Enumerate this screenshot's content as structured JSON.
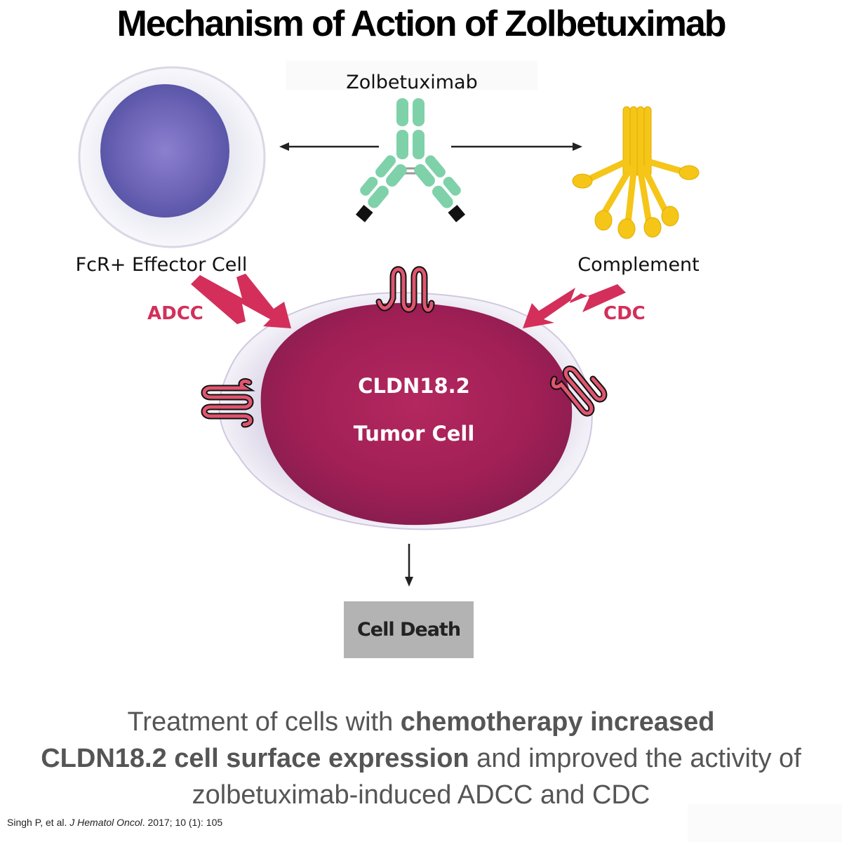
{
  "title": "Mechanism of Action of Zolbetuximab",
  "antibody_label": "Zolbetuximab",
  "effector_label": "FcR+ Effector Cell",
  "complement_label": "Complement",
  "adcc_label": "ADCC",
  "cdc_label": "CDC",
  "tumor": {
    "line1": "CLDN18.2",
    "line2": "Tumor Cell"
  },
  "outcome_label": "Cell Death",
  "summary": {
    "part1": "Treatment of cells with ",
    "bold1": "chemotherapy increased",
    "bold2": "CLDN18.2 cell surface expression",
    "part2": " and improved the activity of zolbetuximab-induced ADCC and CDC"
  },
  "citation": {
    "authors": "Singh P, et al. ",
    "journal": "J Hematol Oncol",
    "rest": ". 2017; 10 (1): 105"
  },
  "colors": {
    "antibody": "#7fd1a9",
    "complement": "#f5c518",
    "tumor": "#a8205a",
    "effector": "#7a6fc0",
    "lightning": "#d32f5a",
    "cell_death_box": "#b3b3b3"
  }
}
